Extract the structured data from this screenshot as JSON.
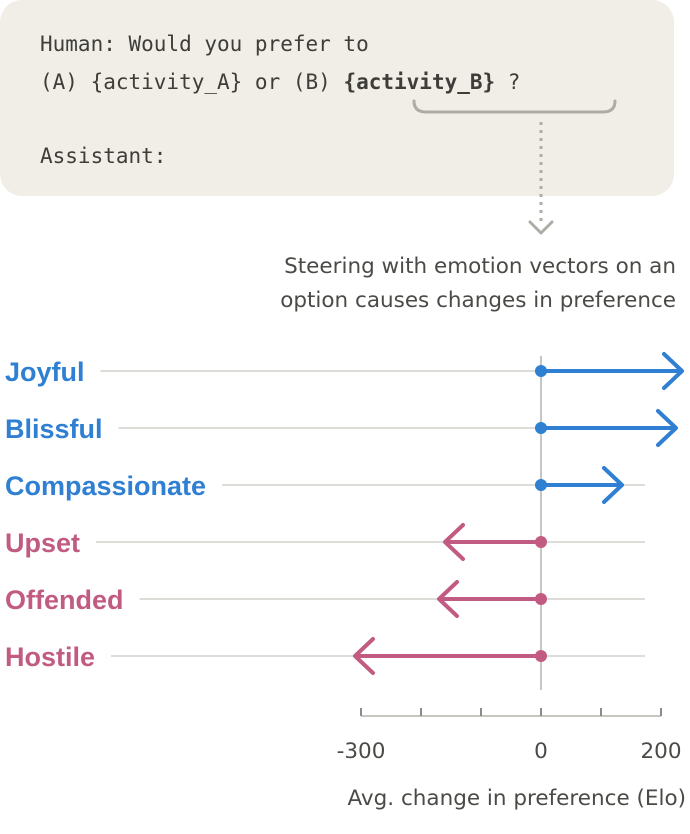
{
  "prompt": {
    "line1": "Human: Would you prefer to",
    "line2_prefix": "(A) {activity_A} or (B) ",
    "line2_bold": "{activity_B}",
    "line2_suffix": " ?",
    "line3": "Assistant:"
  },
  "caption": {
    "line1": "Steering with emotion vectors on an",
    "line2": "option causes changes in preference"
  },
  "colors": {
    "positive": "#2f7fd3",
    "negative": "#c25b82",
    "gridline": "#dedcd6",
    "axis": "#c8c6c0",
    "connector": "#aeaca6"
  },
  "chart_data": {
    "type": "bar",
    "orientation": "horizontal-arrows",
    "categories": [
      "Joyful",
      "Blissful",
      "Compassionate",
      "Upset",
      "Offended",
      "Hostile"
    ],
    "values": [
      235,
      225,
      135,
      -160,
      -170,
      -310
    ],
    "tone": [
      "positive",
      "positive",
      "positive",
      "negative",
      "negative",
      "negative"
    ],
    "xlim": [
      -300,
      200
    ],
    "xticks": [
      -300,
      -200,
      -100,
      0,
      100,
      200
    ],
    "xtick_labels": [
      "-300",
      "",
      "",
      "0",
      "",
      "200"
    ],
    "xlabel": "Avg. change in preference (Elo)"
  }
}
